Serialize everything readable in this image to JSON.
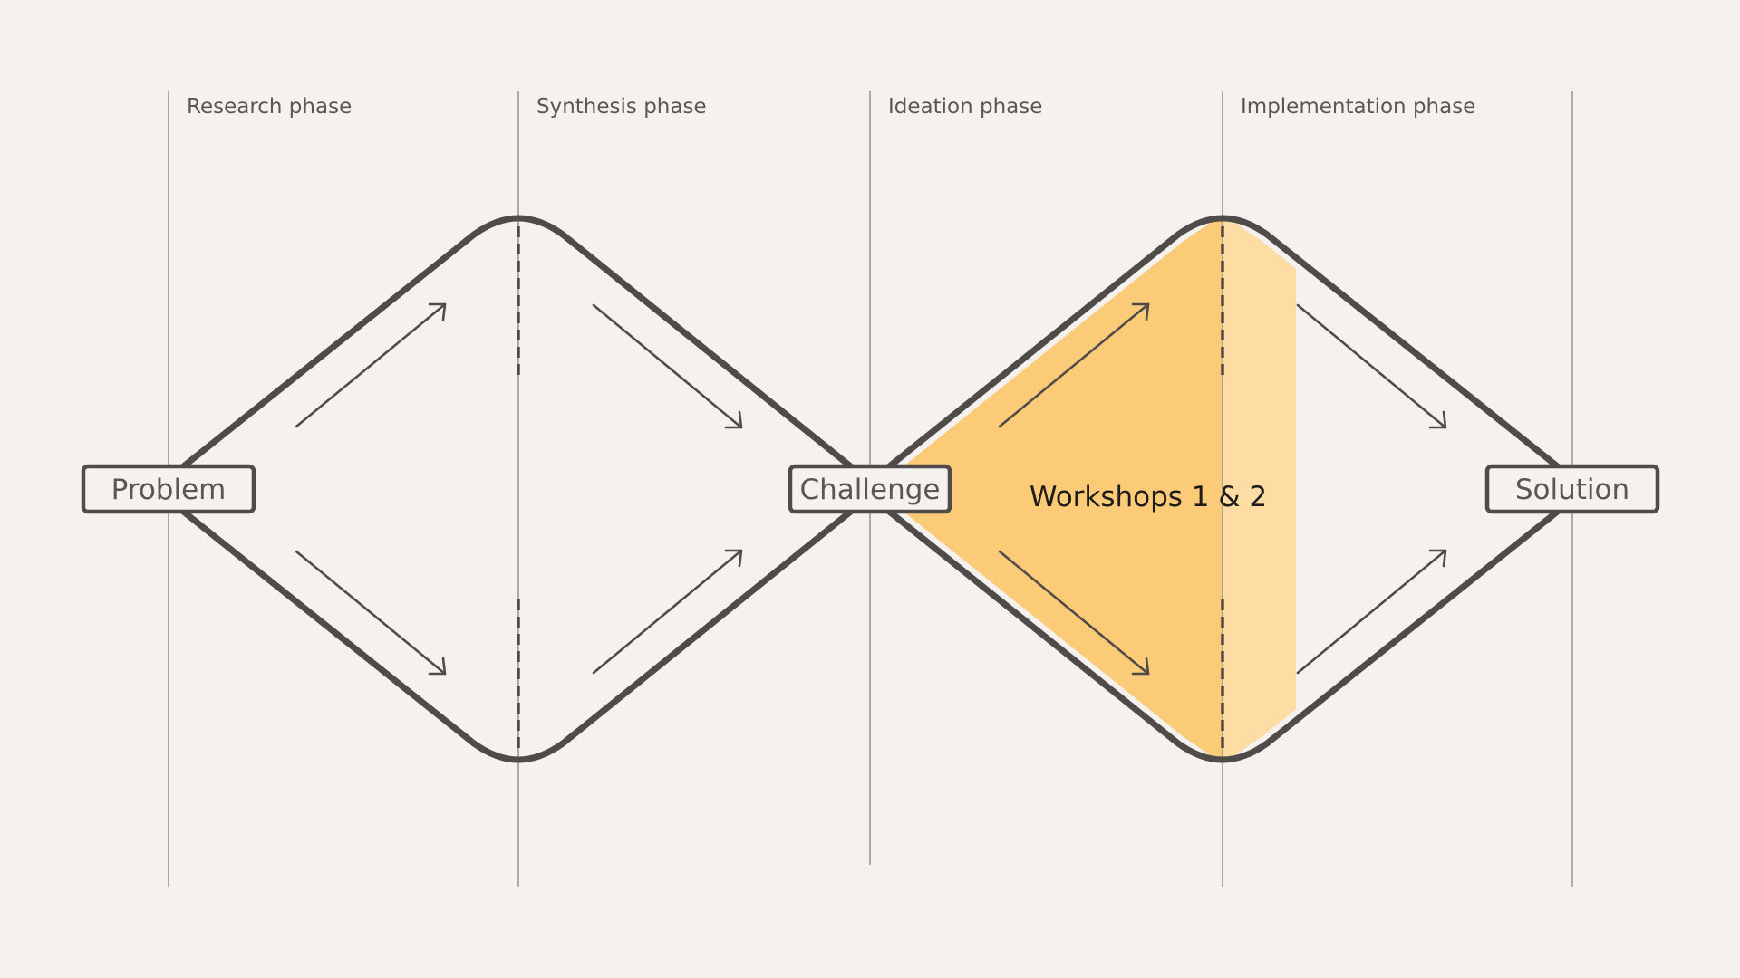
{
  "phases": [
    {
      "label": "Research phase"
    },
    {
      "label": "Synthesis phase"
    },
    {
      "label": "Ideation phase"
    },
    {
      "label": "Implementation phase"
    }
  ],
  "nodes": {
    "problem": "Problem",
    "challenge": "Challenge",
    "solution": "Solution"
  },
  "highlight": {
    "label": "Workshops 1 & 2",
    "color_strong": "#FCCB77",
    "color_light": "#FDDDA4"
  },
  "colors": {
    "background": "#F4F1EE",
    "outline": "#4F4B49",
    "divider": "#9A9896"
  }
}
